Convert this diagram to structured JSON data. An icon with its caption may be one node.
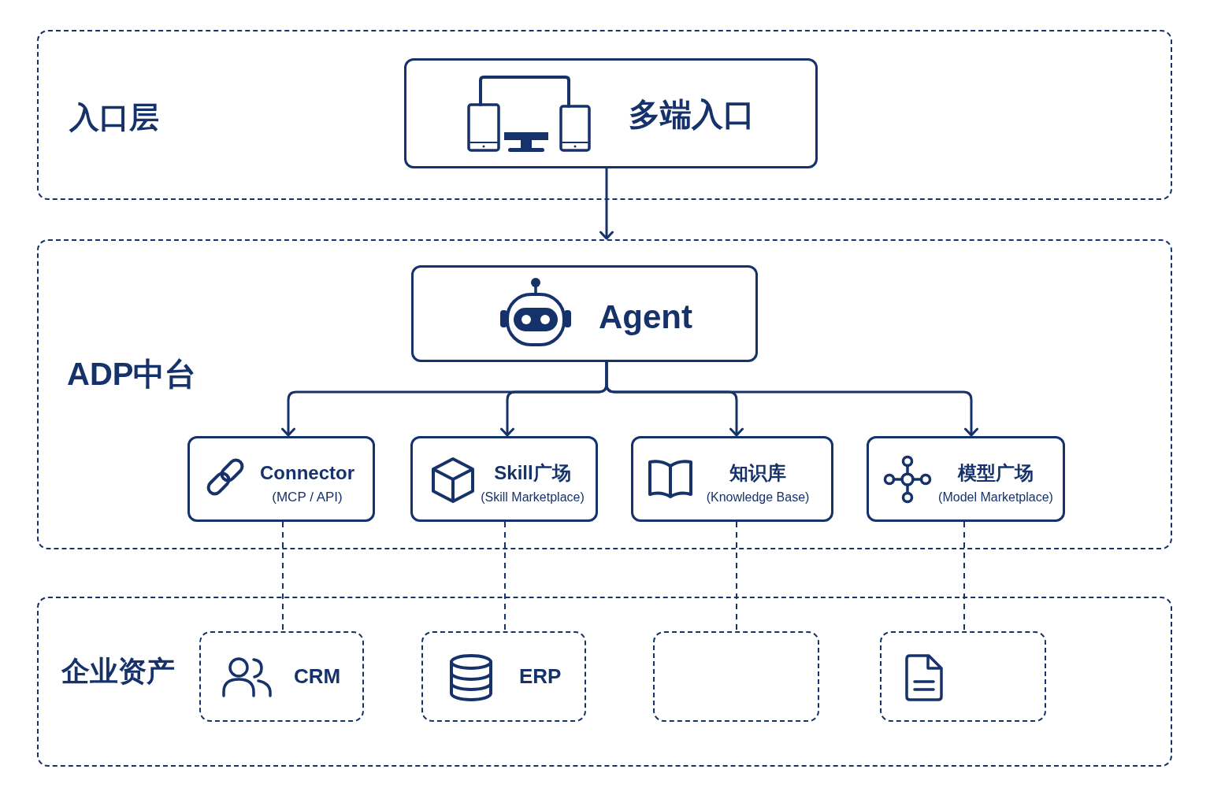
{
  "diagram": {
    "nodes": [
      {
        "text": [
          "入口层"
        ]
      },
      {
        "text": [
          "多端入口"
        ],
        "in": 0
      },
      {
        "text": [
          "ADP中台"
        ]
      },
      {
        "text": [
          "Agent"
        ],
        "in": 2
      },
      {
        "text": [
          "Connector",
          "(MCP / API)"
        ],
        "in": 2
      },
      {
        "text": [
          "Skill广场",
          "(Skill Marketplace)"
        ],
        "in": 2
      },
      {
        "text": [
          "知识库",
          "(Knowledge Base)"
        ],
        "in": 2
      },
      {
        "text": [
          "模型广场",
          "(Model Marketplace)"
        ],
        "in": 2
      },
      {
        "text": [
          "企业资产"
        ]
      },
      {
        "text": [
          "CRM"
        ],
        "in": 8
      },
      {
        "text": [
          "ERP"
        ],
        "in": 8
      },
      {
        "text": [],
        "shape": "box",
        "in": 8
      },
      {
        "text": [],
        "shape": "box",
        "in": 8
      }
    ],
    "edges": [
      {
        "from": 1,
        "to": 2,
        "arrow": "to"
      },
      {
        "from": 3,
        "to": 4,
        "arrow": "to"
      },
      {
        "from": 3,
        "to": 5,
        "arrow": "to"
      },
      {
        "from": 3,
        "to": 6,
        "arrow": "to"
      },
      {
        "from": 3,
        "to": 7,
        "arrow": "to"
      },
      {
        "from": 4,
        "to": 9,
        "arrow": "none",
        "style": "dashed"
      },
      {
        "from": 5,
        "to": 10,
        "arrow": "none",
        "style": "dashed"
      },
      {
        "from": 6,
        "to": 11,
        "arrow": "none",
        "style": "dashed"
      },
      {
        "from": 7,
        "to": 12,
        "arrow": "none",
        "style": "dashed"
      }
    ]
  }
}
